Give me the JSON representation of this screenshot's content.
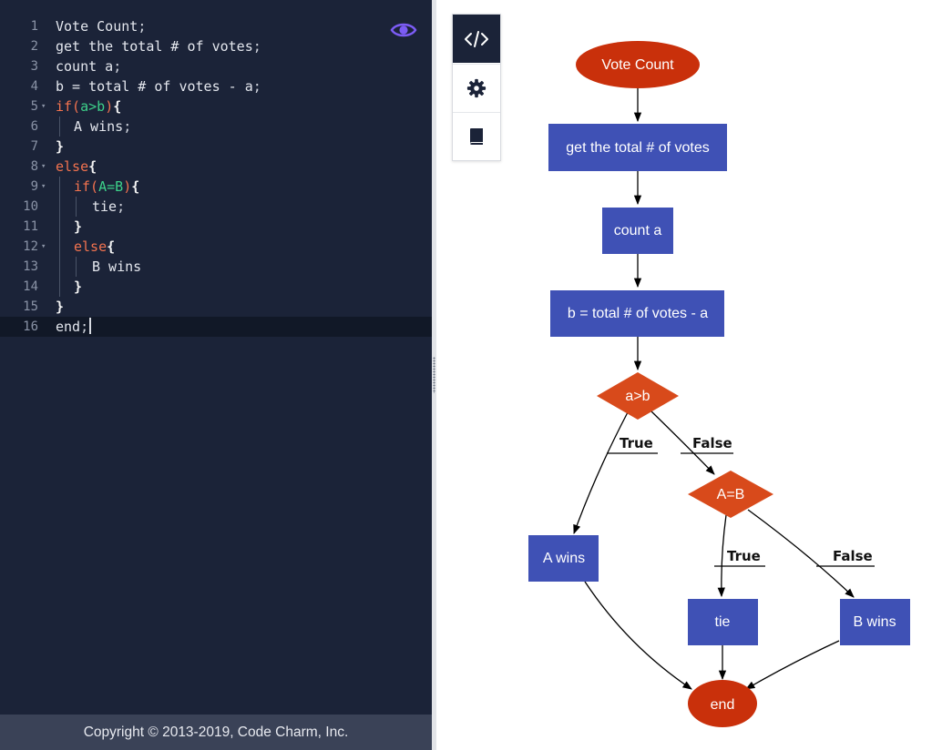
{
  "editor": {
    "lines": [
      {
        "n": "1",
        "indent": 0,
        "fold": false,
        "tokens": [
          {
            "t": "Vote Count",
            "c": "plain"
          },
          {
            "t": ";",
            "c": "semi"
          }
        ]
      },
      {
        "n": "2",
        "indent": 0,
        "fold": false,
        "tokens": [
          {
            "t": "get the total # of votes",
            "c": "plain"
          },
          {
            "t": ";",
            "c": "semi"
          }
        ]
      },
      {
        "n": "3",
        "indent": 0,
        "fold": false,
        "tokens": [
          {
            "t": "count a",
            "c": "plain"
          },
          {
            "t": ";",
            "c": "semi"
          }
        ]
      },
      {
        "n": "4",
        "indent": 0,
        "fold": false,
        "tokens": [
          {
            "t": "b = total # of votes - a",
            "c": "plain"
          },
          {
            "t": ";",
            "c": "semi"
          }
        ]
      },
      {
        "n": "5",
        "indent": 0,
        "fold": true,
        "tokens": [
          {
            "t": "if(",
            "c": "kw"
          },
          {
            "t": "a>b",
            "c": "cond"
          },
          {
            "t": ")",
            "c": "kw"
          },
          {
            "t": "{",
            "c": "brace"
          }
        ]
      },
      {
        "n": "6",
        "indent": 1,
        "fold": false,
        "tokens": [
          {
            "t": "A wins",
            "c": "plain"
          },
          {
            "t": ";",
            "c": "semi"
          }
        ]
      },
      {
        "n": "7",
        "indent": 0,
        "fold": false,
        "tokens": [
          {
            "t": "}",
            "c": "brace"
          }
        ]
      },
      {
        "n": "8",
        "indent": 0,
        "fold": true,
        "tokens": [
          {
            "t": "else",
            "c": "kw"
          },
          {
            "t": "{",
            "c": "brace"
          }
        ]
      },
      {
        "n": "9",
        "indent": 1,
        "fold": true,
        "tokens": [
          {
            "t": "if(",
            "c": "kw"
          },
          {
            "t": "A=B",
            "c": "cond"
          },
          {
            "t": ")",
            "c": "kw"
          },
          {
            "t": "{",
            "c": "brace"
          }
        ]
      },
      {
        "n": "10",
        "indent": 2,
        "fold": false,
        "tokens": [
          {
            "t": "tie",
            "c": "plain"
          },
          {
            "t": ";",
            "c": "semi"
          }
        ]
      },
      {
        "n": "11",
        "indent": 1,
        "fold": false,
        "tokens": [
          {
            "t": "}",
            "c": "brace"
          }
        ]
      },
      {
        "n": "12",
        "indent": 1,
        "fold": true,
        "tokens": [
          {
            "t": "else",
            "c": "kw"
          },
          {
            "t": "{",
            "c": "brace"
          }
        ]
      },
      {
        "n": "13",
        "indent": 2,
        "fold": false,
        "tokens": [
          {
            "t": "B wins",
            "c": "plain"
          }
        ]
      },
      {
        "n": "14",
        "indent": 1,
        "fold": false,
        "tokens": [
          {
            "t": "}",
            "c": "brace"
          }
        ]
      },
      {
        "n": "15",
        "indent": 0,
        "fold": false,
        "tokens": [
          {
            "t": "}",
            "c": "brace"
          }
        ]
      },
      {
        "n": "16",
        "indent": 0,
        "fold": false,
        "active": true,
        "caret": true,
        "tokens": [
          {
            "t": "end",
            "c": "plain"
          },
          {
            "t": ";",
            "c": "semi"
          }
        ]
      }
    ]
  },
  "footer": {
    "copyright": "Copyright © 2013-2019, Code Charm, Inc."
  },
  "toolbar": {
    "code_icon": "code-icon",
    "settings_icon": "gear-icon",
    "book_icon": "book-icon"
  },
  "icons": {
    "preview": "eye-icon"
  },
  "colors": {
    "editor_bg": "#1b2338",
    "keyword": "#f3734f",
    "condition": "#3dd18a",
    "process_node": "#3f51b5",
    "terminal_node": "#c9300b",
    "decision_node": "#d84a1b",
    "eye_icon": "#7c5cf5"
  },
  "flowchart": {
    "nodes": {
      "start": "Vote Count",
      "get_votes": "get the total # of votes",
      "count_a": "count a",
      "compute_b": "b = total # of votes - a",
      "decision_1": "a>b",
      "decision_2": "A=B",
      "a_wins": "A wins",
      "tie": "tie",
      "b_wins": "B wins",
      "end": "end"
    },
    "edge_labels": {
      "d1_true": "True",
      "d1_false": "False",
      "d2_true": "True",
      "d2_false": "False"
    }
  }
}
